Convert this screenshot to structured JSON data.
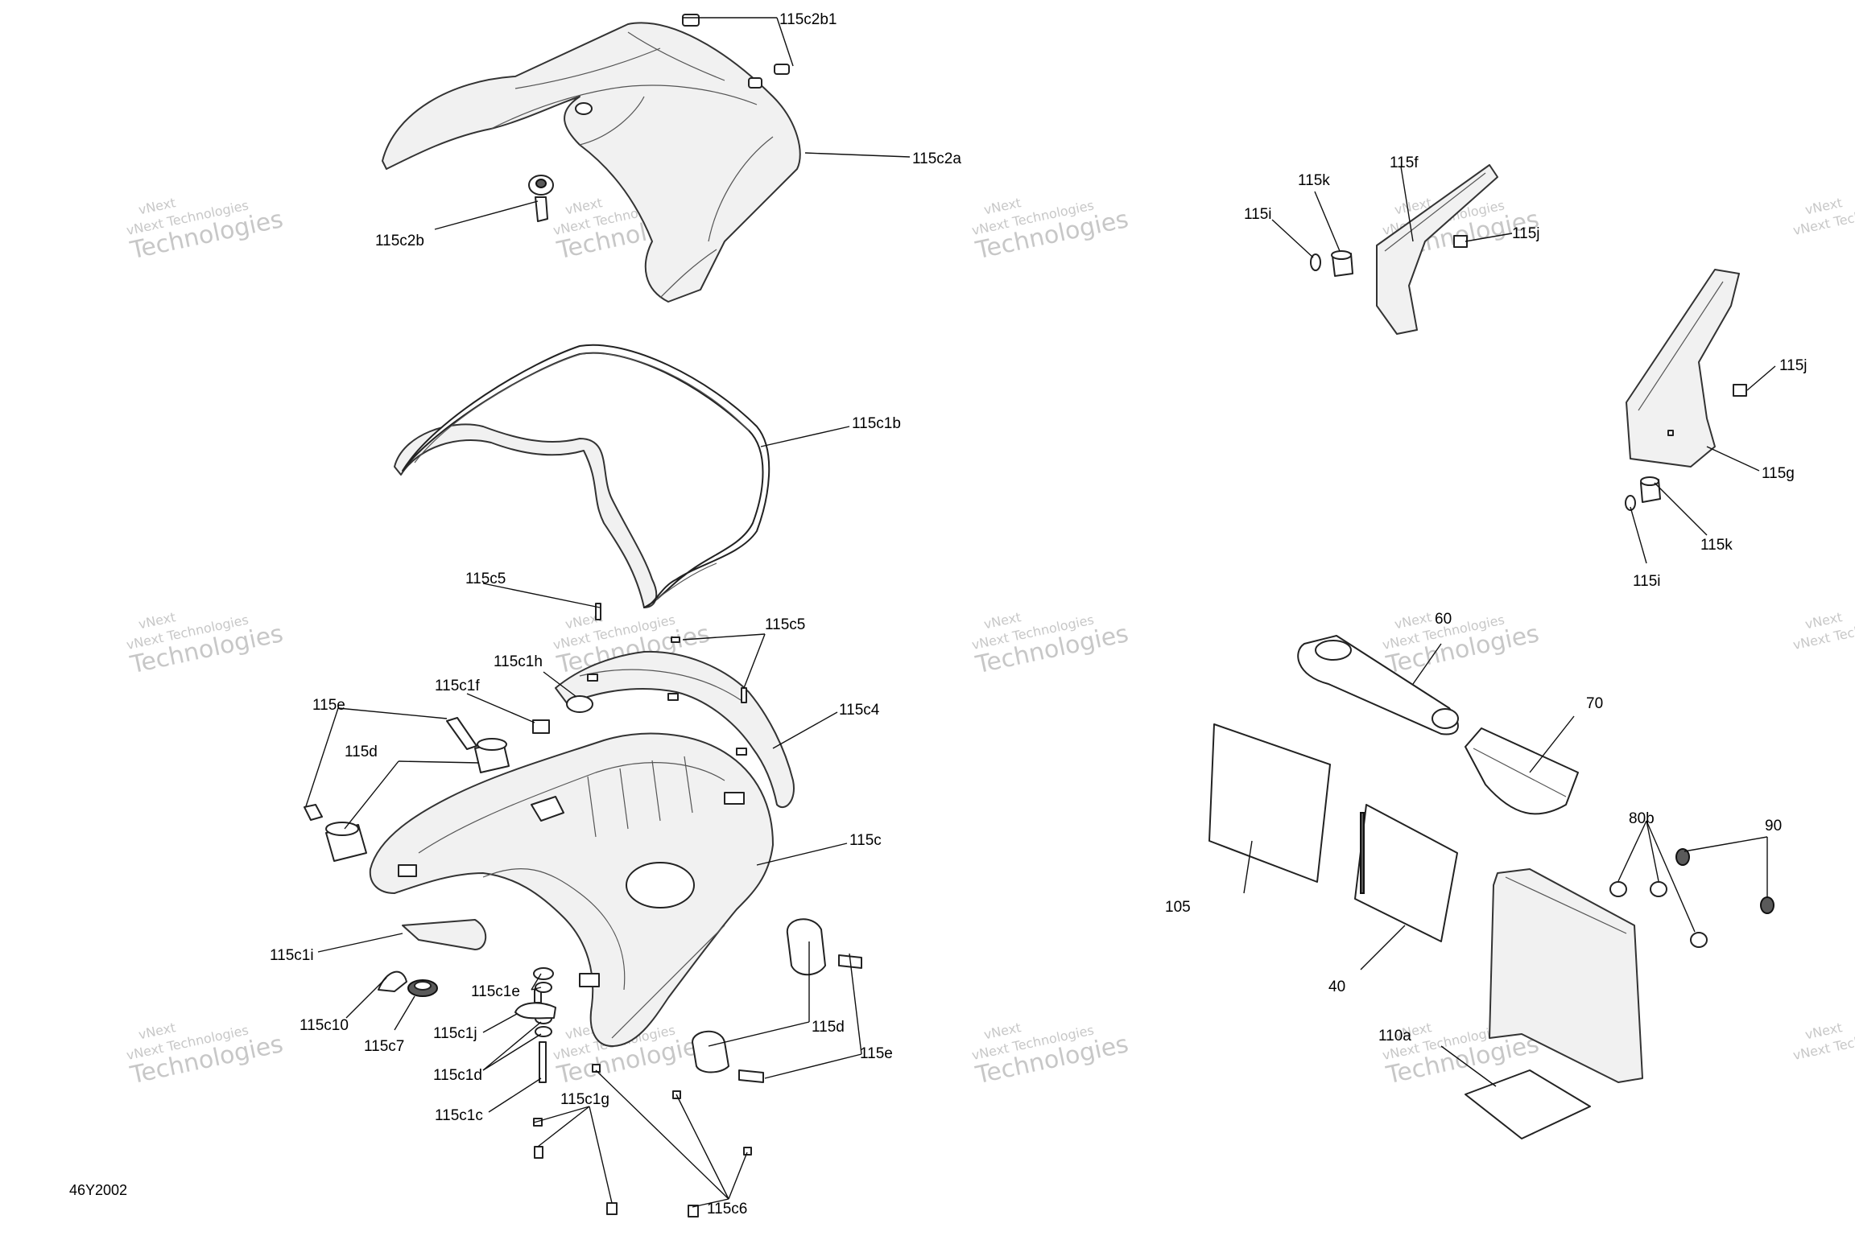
{
  "diagram_id": "46Y2002",
  "watermark": {
    "brand": "vNext",
    "line1": "vNext Technologies",
    "line2": "Technologies"
  },
  "callouts": {
    "c115c2b1": "115c2b1",
    "c115c2a": "115c2a",
    "c115c2b": "115c2b",
    "c115c1b": "115c1b",
    "c115c5a": "115c5",
    "c115c5b": "115c5",
    "c115c1h": "115c1h",
    "c115c1f": "115c1f",
    "c115e_top": "115e",
    "c115d_top": "115d",
    "c115c4": "115c4",
    "c115c": "115c",
    "c115c1i": "115c1i",
    "c115c10": "115c10",
    "c115c7": "115c7",
    "c115c1e": "115c1e",
    "c115c1j": "115c1j",
    "c115c1d": "115c1d",
    "c115c1c": "115c1c",
    "c115c1g": "115c1g",
    "c115c6": "115c6",
    "c115d_bot": "115d",
    "c115e_bot": "115e",
    "c115f": "115f",
    "c115k_top": "115k",
    "c115i_top": "115i",
    "c115j_top": "115j",
    "c115j_right": "115j",
    "c115g": "115g",
    "c115k_right": "115k",
    "c115i_right": "115i",
    "c60": "60",
    "c70": "70",
    "c105": "105",
    "c40": "40",
    "c80b": "80b",
    "c90": "90",
    "c110a": "110a"
  }
}
